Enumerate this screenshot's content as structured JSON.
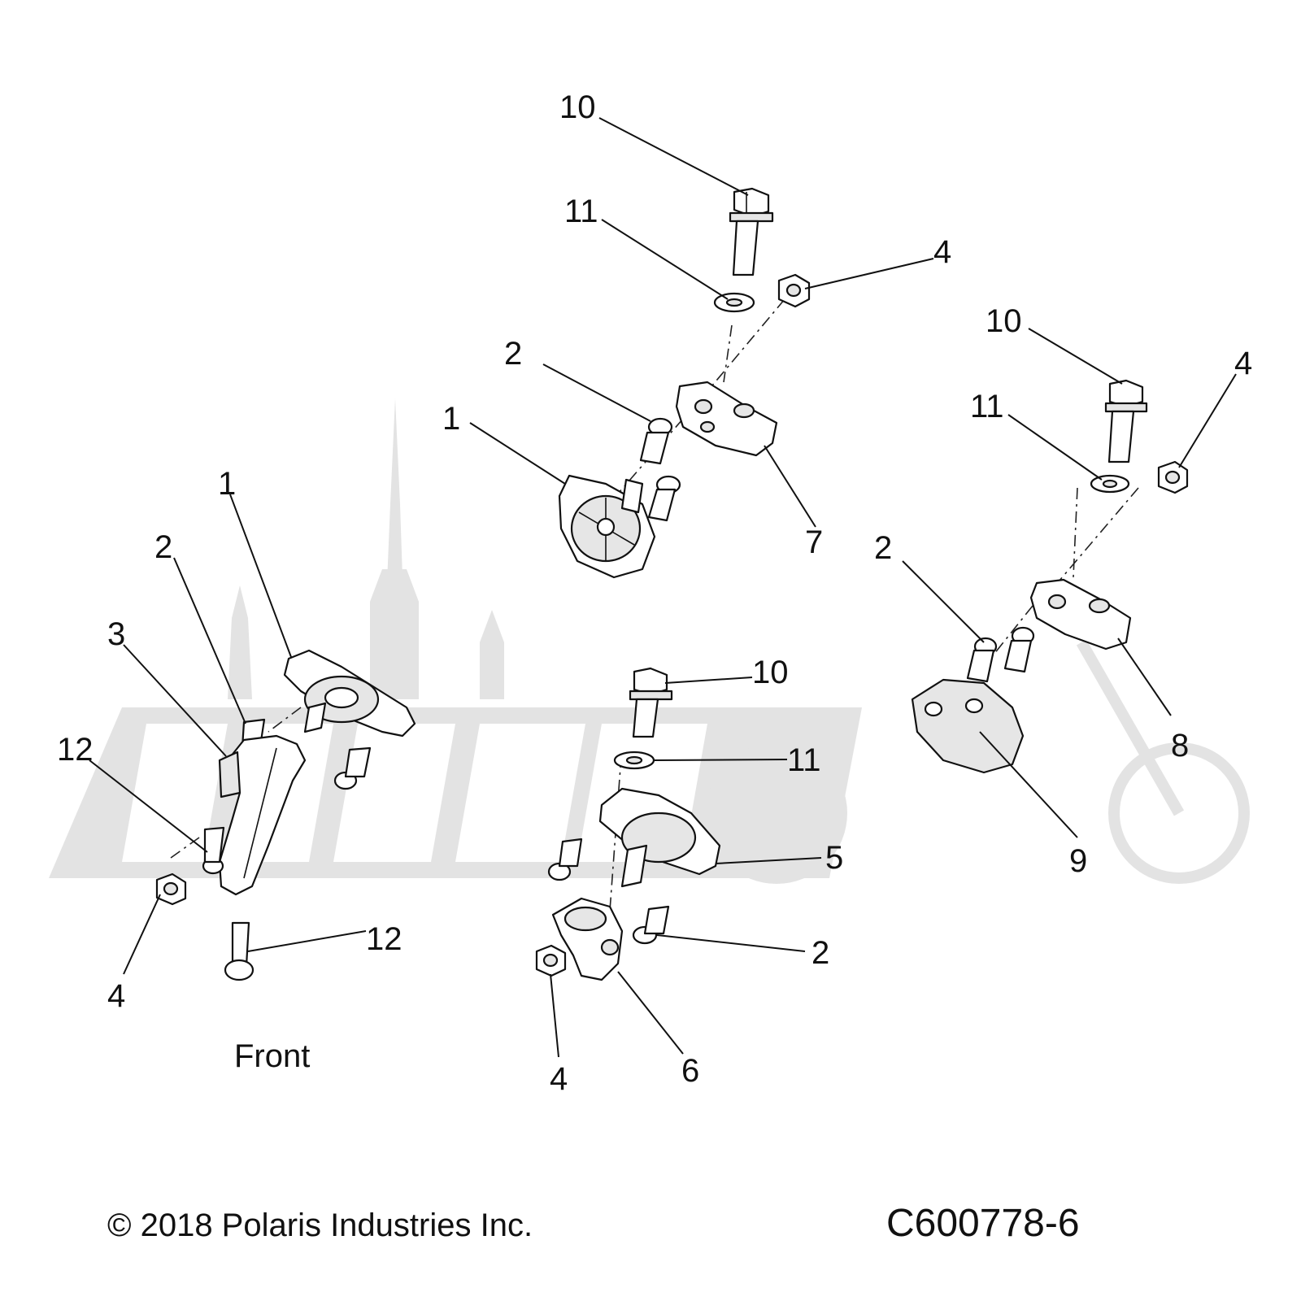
{
  "callouts": [
    {
      "id": "c1",
      "text": "10"
    },
    {
      "id": "c2",
      "text": "11"
    },
    {
      "id": "c3",
      "text": "4"
    },
    {
      "id": "c4",
      "text": "2"
    },
    {
      "id": "c5",
      "text": "1"
    },
    {
      "id": "c6",
      "text": "7"
    },
    {
      "id": "c7",
      "text": "10"
    },
    {
      "id": "c8",
      "text": "11"
    },
    {
      "id": "c9",
      "text": "4"
    },
    {
      "id": "c10",
      "text": "2"
    },
    {
      "id": "c11",
      "text": "8"
    },
    {
      "id": "c12",
      "text": "9"
    },
    {
      "id": "c13",
      "text": "1"
    },
    {
      "id": "c14",
      "text": "2"
    },
    {
      "id": "c15",
      "text": "3"
    },
    {
      "id": "c16",
      "text": "12"
    },
    {
      "id": "c17",
      "text": "4"
    },
    {
      "id": "c18",
      "text": "12"
    },
    {
      "id": "c19",
      "text": "10"
    },
    {
      "id": "c20",
      "text": "11"
    },
    {
      "id": "c21",
      "text": "5"
    },
    {
      "id": "c22",
      "text": "2"
    },
    {
      "id": "c23",
      "text": "4"
    },
    {
      "id": "c24",
      "text": "6"
    }
  ],
  "caption": "Front",
  "copyright": "© 2018 Polaris Industries Inc.",
  "diagram_code": "C600778-6"
}
